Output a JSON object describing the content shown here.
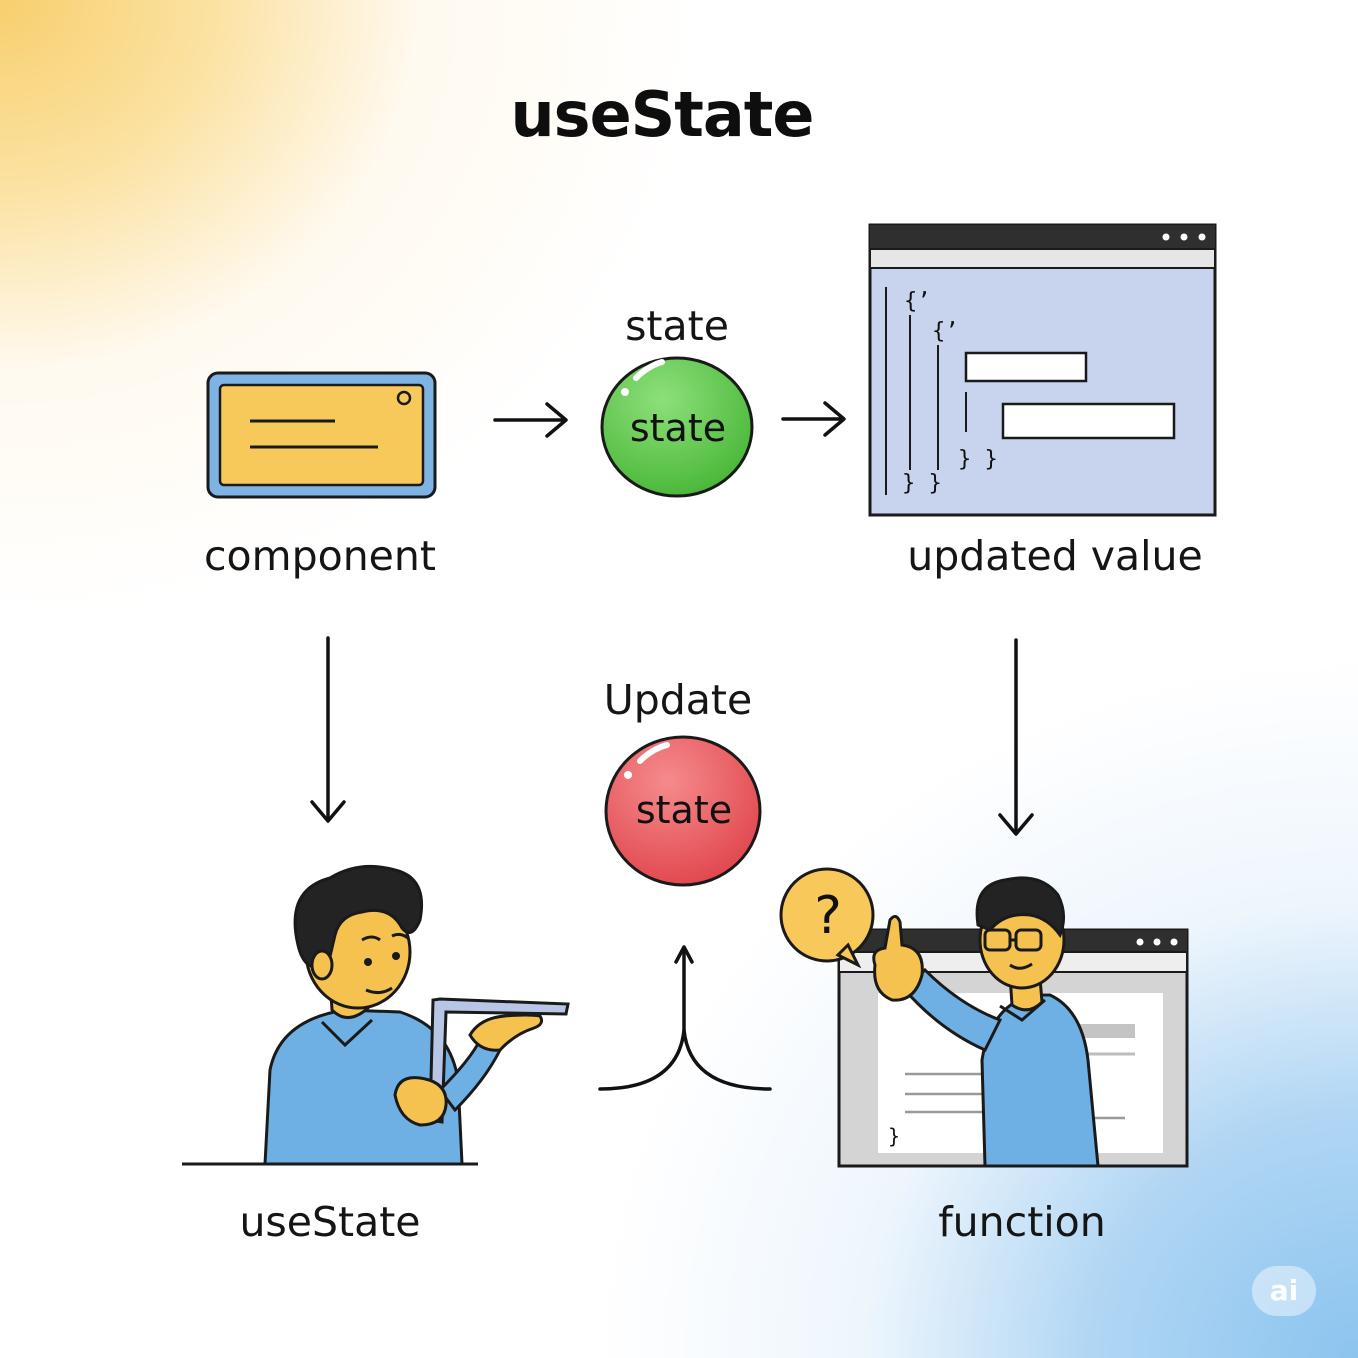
{
  "title": "useState",
  "labels": {
    "component": "component",
    "state_top": "state",
    "updated_value": "updated value",
    "update": "Update",
    "use_state": "useState",
    "function": "function"
  },
  "balls": {
    "green": {
      "text": "state",
      "color": "#5fca4c"
    },
    "red": {
      "text": "state",
      "color": "#ec5a5e"
    }
  },
  "code_window": {
    "lines": [
      "{ʼ",
      "{ʼ",
      "} }",
      "} }"
    ]
  },
  "question_bubble": "?",
  "small_window_brace": "}",
  "badge": "ai",
  "colors": {
    "card_fill": "#f7c95a",
    "card_border": "#7fb3e3",
    "code_bg": "#c8d3ee",
    "shirt": "#6fb0e4",
    "skin": "#f6c24f",
    "hair": "#222222",
    "bubble": "#f8c95a"
  }
}
